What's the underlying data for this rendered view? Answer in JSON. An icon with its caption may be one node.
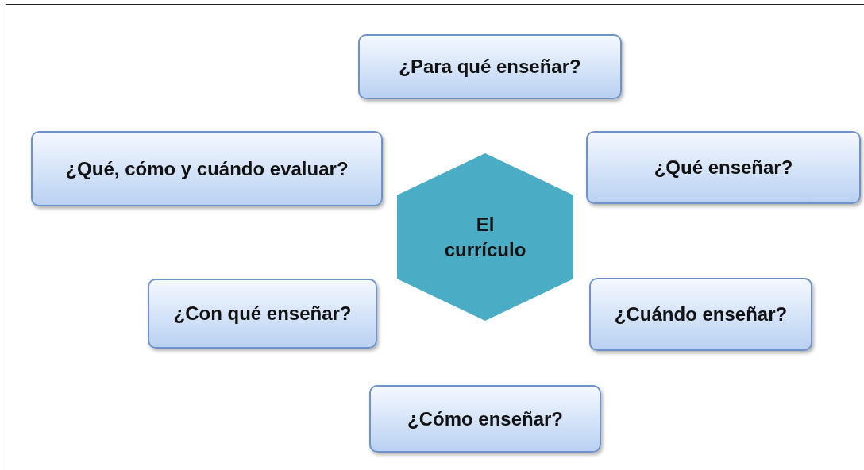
{
  "diagram": {
    "nodes": [
      {
        "text": [
          "¿Para qué enseñar?"
        ]
      },
      {
        "text": [
          "¿Qué, cómo y cuándo evaluar?"
        ]
      },
      {
        "text": [
          "¿Qué enseñar?"
        ]
      },
      {
        "text": [
          "El currículo"
        ]
      },
      {
        "text": [
          "¿Con qué enseñar?"
        ]
      },
      {
        "text": [
          "¿Cuándo enseñar?"
        ]
      },
      {
        "text": [
          "¿Cómo enseñar?"
        ]
      }
    ]
  }
}
